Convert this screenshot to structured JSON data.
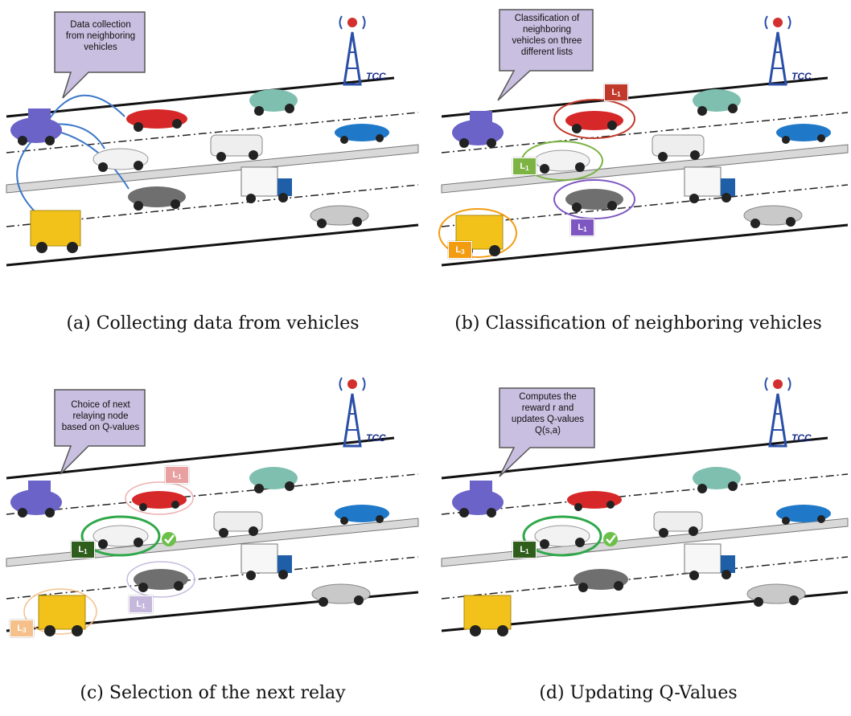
{
  "tower_label": "TCC",
  "badge_text": "L",
  "panels": [
    {
      "caption": "(a) Collecting data from vehicles",
      "bubble": [
        "Data collection",
        "from neighboring",
        "vehicles"
      ],
      "badges": []
    },
    {
      "caption": "(b) Classification of neighboring vehicles",
      "bubble": [
        "Classification of",
        "neighboring",
        "vehicles on three",
        "different lists"
      ],
      "badges": [
        {
          "sub": "1",
          "color": "#c0392b"
        },
        {
          "sub": "1",
          "color": "#7cb342"
        },
        {
          "sub": "1",
          "color": "#7e57c2"
        },
        {
          "sub": "3",
          "color": "#f39c12"
        }
      ]
    },
    {
      "caption": "(c) Selection of the next relay",
      "bubble": [
        "Choice of next",
        "relaying node",
        "based on Q-values"
      ],
      "badges": [
        {
          "sub": "1",
          "color": "#e8a0a0"
        },
        {
          "sub": "1",
          "color": "#2e5d1c"
        },
        {
          "sub": "1",
          "color": "#c5b8dc"
        },
        {
          "sub": "3",
          "color": "#f5c08a"
        }
      ]
    },
    {
      "caption": "(d) Updating Q-Values",
      "bubble": [
        "Computes the",
        "reward r and",
        "updates Q-values",
        "Q(s,a)"
      ],
      "badges": [
        {
          "sub": "1",
          "color": "#2e5d1c"
        }
      ]
    }
  ],
  "colors": {
    "bubble_fill": "#c9bfe0",
    "bubble_stroke": "#555555",
    "tower": "#2b4fa8",
    "link": "#3d78c8",
    "check": "#6cc04a"
  }
}
